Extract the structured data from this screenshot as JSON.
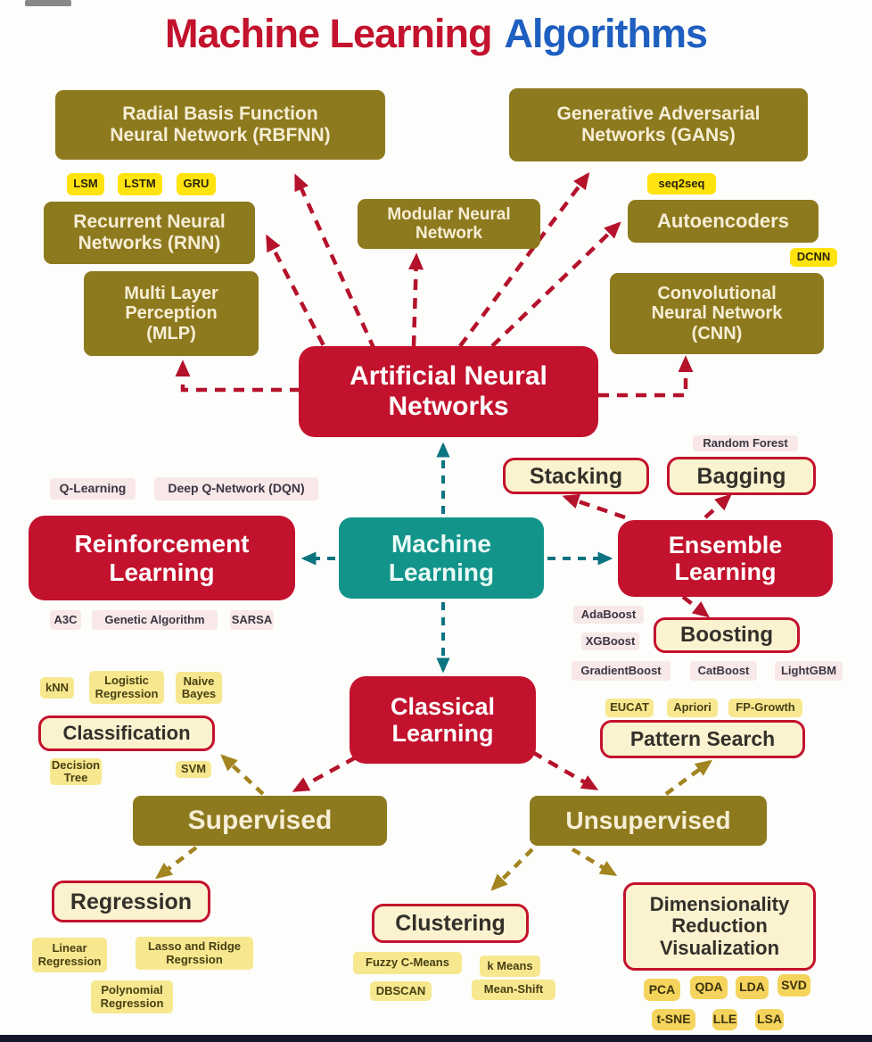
{
  "title": {
    "red_part": "Machine Learning",
    "blue_part": "Algorithms"
  },
  "colors": {
    "title_red": "#c3122d",
    "title_blue": "#1e5fc0",
    "olive_box": "#8e7a1e",
    "red_box": "#c3122d",
    "teal_box": "#12948a",
    "cream_box_bg": "#fbf2d0",
    "cream_box_border": "#c3122d",
    "vivid_yellow_tag": "#ffe30e",
    "pale_yellow_tag": "#f7e88f",
    "gold_tag": "#f4d45c",
    "pink_tag": "#f8e8e8",
    "red_arrow": "#b5122b",
    "teal_arrow": "#0c7380",
    "olive_arrow": "#a28420",
    "bottom_bar": "#15152e"
  },
  "nodes": {
    "rbfnn": "Radial Basis Function\nNeural Network (RBFNN)",
    "gan": "Generative Adversarial\nNetworks (GANs)",
    "rnn": "Recurrent Neural\nNetworks (RNN)",
    "modular": "Modular Neural\nNetwork",
    "autoencoders": "Autoencoders",
    "mlp": "Multi Layer\nPerception\n(MLP)",
    "cnn": "Convolutional\nNeural Network\n(CNN)",
    "ann": "Artificial Neural\nNetworks",
    "ml": "Machine\nLearning",
    "rl": "Reinforcement\nLearning",
    "el": "Ensemble\nLearning",
    "cl": "Classical\nLearning",
    "stacking": "Stacking",
    "bagging": "Bagging",
    "boosting": "Boosting",
    "classification": "Classification",
    "pattern_search": "Pattern Search",
    "supervised": "Supervised",
    "unsupervised": "Unsupervised",
    "regression": "Regression",
    "clustering": "Clustering",
    "dimred": "Dimensionality\nReduction\nVisualization"
  },
  "tags": {
    "lsm": "LSM",
    "lstm": "LSTM",
    "gru": "GRU",
    "seq2seq": "seq2seq",
    "dcnn": "DCNN",
    "random_forest": "Random Forest",
    "q_learning": "Q-Learning",
    "dqn": "Deep Q-Network (DQN)",
    "a3c": "A3C",
    "genetic_algorithm": "Genetic Algorithm",
    "sarsa": "SARSA",
    "adaboost": "AdaBoost",
    "xgboost": "XGBoost",
    "gradientboost": "GradientBoost",
    "catboost": "CatBoost",
    "lightgbm": "LightGBM",
    "knn": "kNN",
    "logistic_regression": "Logistic\nRegression",
    "naive_bayes": "Naive\nBayes",
    "decision_tree": "Decision\nTree",
    "svm": "SVM",
    "eucat": "EUCAT",
    "apriori": "Apriori",
    "fp_growth": "FP-Growth",
    "linear_regression": "Linear\nRegression",
    "lasso_ridge": "Lasso and Ridge\nRegrssion",
    "polynomial_regression": "Polynomial\nRegression",
    "fuzzy_c_means": "Fuzzy C-Means",
    "k_means": "k Means",
    "dbscan": "DBSCAN",
    "mean_shift": "Mean-Shift",
    "pca": "PCA",
    "qda": "QDA",
    "lda": "LDA",
    "svd": "SVD",
    "tsne": "t-SNE",
    "lle": "LLE",
    "lsa": "LSA"
  },
  "edges": [
    {
      "from": "ann",
      "to": "rbfnn",
      "color": "red"
    },
    {
      "from": "ann",
      "to": "rnn",
      "color": "red"
    },
    {
      "from": "ann",
      "to": "mlp",
      "color": "red"
    },
    {
      "from": "ann",
      "to": "modular",
      "color": "red"
    },
    {
      "from": "ann",
      "to": "gan",
      "color": "red"
    },
    {
      "from": "ann",
      "to": "autoencoders",
      "color": "red"
    },
    {
      "from": "ann",
      "to": "cnn",
      "color": "red"
    },
    {
      "from": "ml",
      "to": "ann",
      "color": "teal"
    },
    {
      "from": "ml",
      "to": "rl",
      "color": "teal"
    },
    {
      "from": "ml",
      "to": "el",
      "color": "teal"
    },
    {
      "from": "ml",
      "to": "cl",
      "color": "teal"
    },
    {
      "from": "el",
      "to": "stacking",
      "color": "red"
    },
    {
      "from": "el",
      "to": "bagging",
      "color": "red"
    },
    {
      "from": "el",
      "to": "boosting",
      "color": "red"
    },
    {
      "from": "cl",
      "to": "supervised",
      "color": "red"
    },
    {
      "from": "cl",
      "to": "unsupervised",
      "color": "red"
    },
    {
      "from": "supervised",
      "to": "classification",
      "color": "olive"
    },
    {
      "from": "supervised",
      "to": "regression",
      "color": "olive"
    },
    {
      "from": "unsupervised",
      "to": "pattern_search",
      "color": "olive"
    },
    {
      "from": "unsupervised",
      "to": "clustering",
      "color": "olive"
    },
    {
      "from": "unsupervised",
      "to": "dimred",
      "color": "olive"
    }
  ]
}
